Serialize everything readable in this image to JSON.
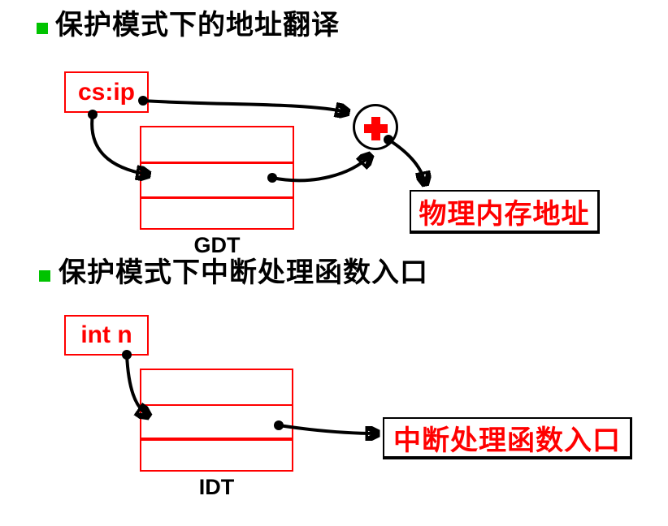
{
  "slide": {
    "background_color": "#ffffff",
    "bullet_color": "#00c300",
    "diagram_red": "#ff0000",
    "line_black": "#000000",
    "address_translation": {
      "heading": "保护模式下的地址翻译",
      "logical_address": "cs:ip",
      "table_label": "GDT",
      "table_rows": 3,
      "adder_symbol": "+",
      "result": "物理内存地址"
    },
    "interrupt_entry": {
      "heading": "保护模式下中断处理函数入口",
      "instruction": "int n",
      "table_label": "IDT",
      "table_rows": 3,
      "result": "中断处理函数入口"
    }
  }
}
